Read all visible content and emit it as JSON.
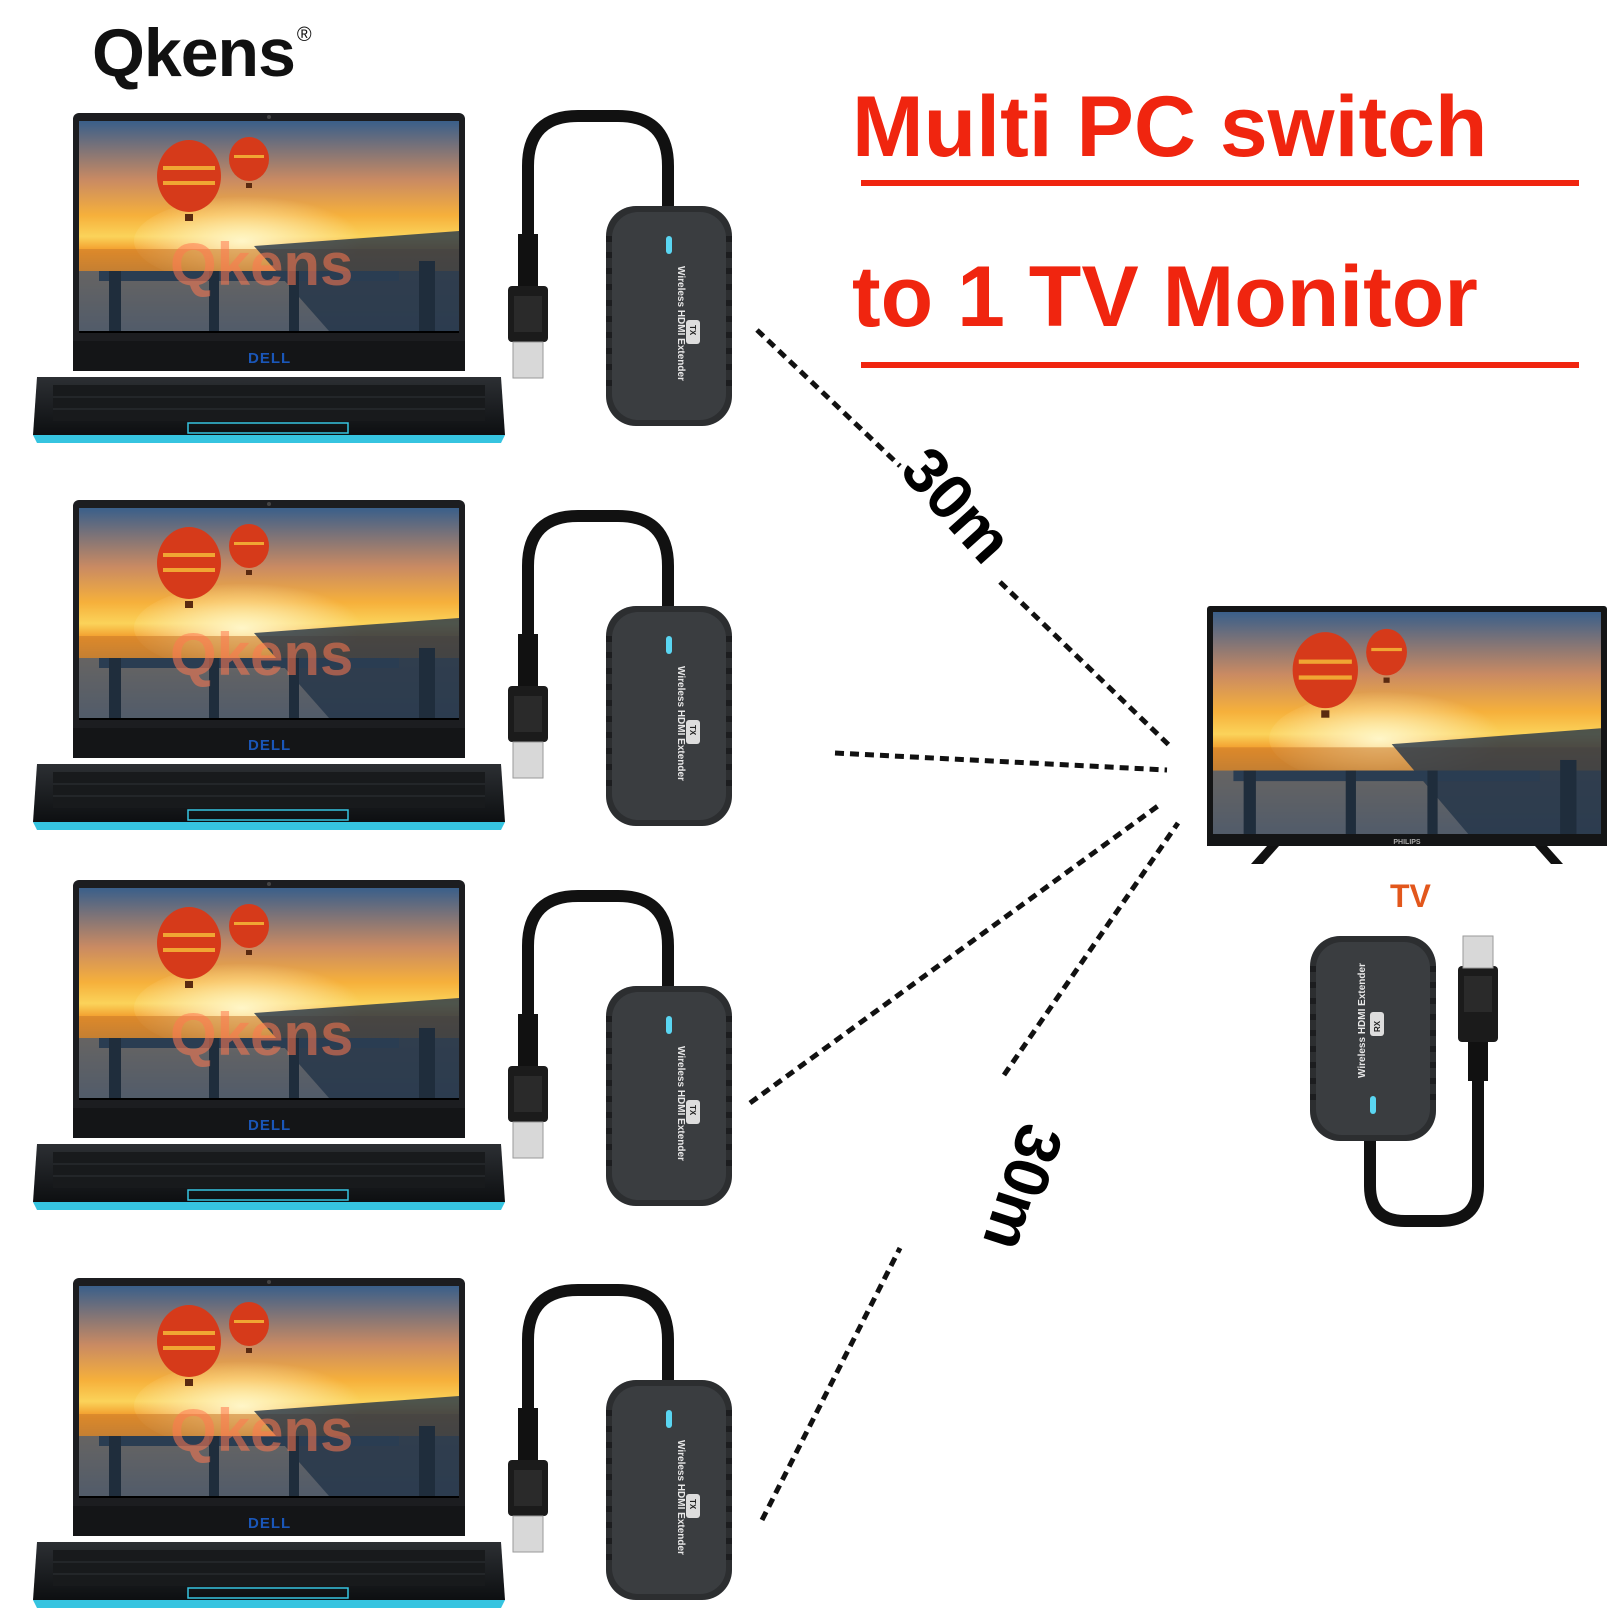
{
  "brand": {
    "name": "Qkens",
    "mark": "®"
  },
  "headline": {
    "line1": "Multi PC switch",
    "line2": "to 1 TV Monitor"
  },
  "distance": {
    "top": "30m",
    "bottom": "30m"
  },
  "receiver": {
    "label": "TV"
  },
  "device": {
    "name": "Wireless HDMI Extender",
    "tx_tag": "TX",
    "rx_tag": "RX"
  },
  "laptop": {
    "logo": "DELL",
    "watermark": "Qkens"
  },
  "tv": {
    "logo": "PHILIPS"
  },
  "colors": {
    "headline": "#f0250f",
    "tv_label": "#e2571c",
    "laptop_trim": "#36c4e0"
  }
}
